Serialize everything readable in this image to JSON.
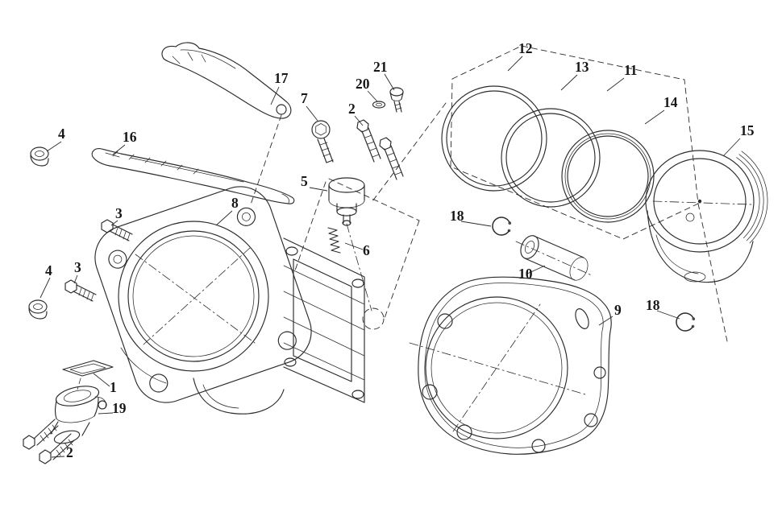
{
  "page": {
    "background": "#ffffff",
    "line_color": "#2b2b2b",
    "text_color": "#171717"
  },
  "diagram": {
    "callouts": [
      "17",
      "7",
      "2",
      "20",
      "21",
      "12",
      "13",
      "11",
      "14",
      "15",
      "4",
      "16",
      "3",
      "8",
      "5",
      "6",
      "18",
      "10",
      "4",
      "3",
      "1",
      "19",
      "2",
      "9",
      "18"
    ]
  }
}
